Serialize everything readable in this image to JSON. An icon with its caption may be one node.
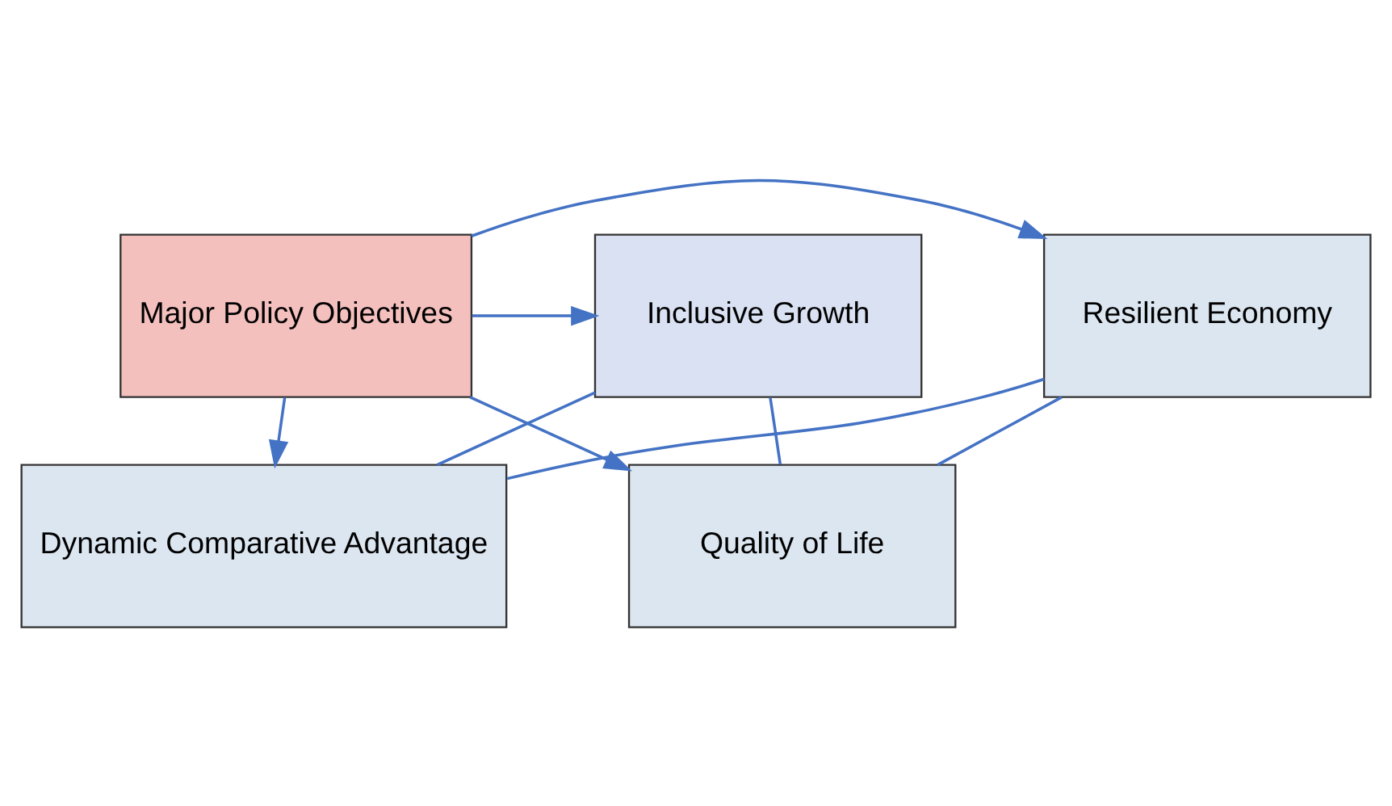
{
  "diagram": {
    "nodes": [
      {
        "text": [
          "Dynamic Comparative Advantage"
        ]
      },
      {
        "text": [
          "Resilient Economy"
        ]
      },
      {
        "text": [
          "Major Policy Objectives"
        ]
      },
      {
        "text": [
          "Inclusive Growth"
        ]
      },
      {
        "text": [
          "Quality of Life"
        ]
      }
    ],
    "edges": [
      {
        "from": 2,
        "to": 0,
        "arrow": "to"
      },
      {
        "from": 2,
        "to": 1,
        "arrow": "to"
      },
      {
        "from": 2,
        "to": 3,
        "arrow": "to"
      },
      {
        "from": 2,
        "to": 4,
        "arrow": "to"
      },
      {
        "from": 1,
        "to": 0,
        "arrow": "none"
      },
      {
        "from": 0,
        "to": 3,
        "arrow": "none"
      },
      {
        "from": 1,
        "to": 4,
        "arrow": "none"
      },
      {
        "from": 3,
        "to": 4,
        "arrow": "none"
      }
    ]
  }
}
